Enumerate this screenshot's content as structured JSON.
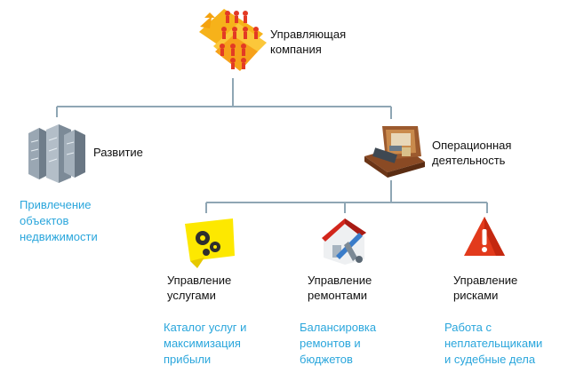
{
  "root": {
    "title": "Управляющая\nкомпания",
    "icon": "people-grid-icon"
  },
  "branches": [
    {
      "title": "Развитие",
      "icon": "buildings-icon",
      "description": "Привлечение\nобъектов\nнедвижимости"
    },
    {
      "title": "Операционная\nдеятельность",
      "icon": "briefcase-icon"
    }
  ],
  "children": [
    {
      "title": "Управление\nуслугами",
      "icon": "gears-note-icon",
      "description": "Каталог услуг и\nмаксимизация\nприбыли"
    },
    {
      "title": "Управление\nремонтами",
      "icon": "house-tools-icon",
      "description": "Балансировка\nремонтов и\nбюджетов"
    },
    {
      "title": "Управление\nрисками",
      "icon": "warning-icon",
      "description": "Работа с\nнеплательщиками\nи судебные дела"
    }
  ],
  "colors": {
    "connector": "#8fa6b4",
    "description_text": "#2aa6dc",
    "title_text": "#111111"
  }
}
